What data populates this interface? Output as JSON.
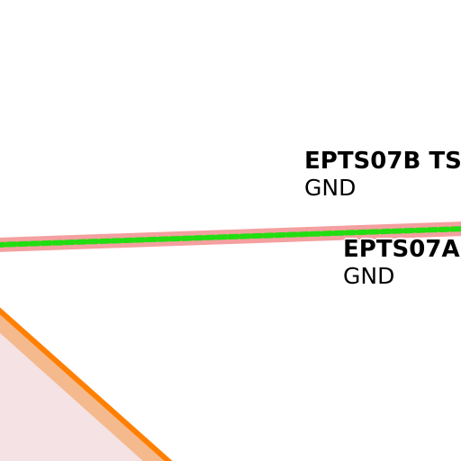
{
  "colors": {
    "background": "#ffffff",
    "track_casing": "#f4a0a0",
    "track_dashes": "#22dd11",
    "area_fill": "#f4e2e4",
    "area_border_outer": "#f5b98e",
    "area_border_inner": "#ff7f00"
  },
  "labels": {
    "top": {
      "name": "EPTS07B TS",
      "sub": "GND"
    },
    "bottom": {
      "name": "EPTS07A",
      "sub": "GND"
    }
  }
}
